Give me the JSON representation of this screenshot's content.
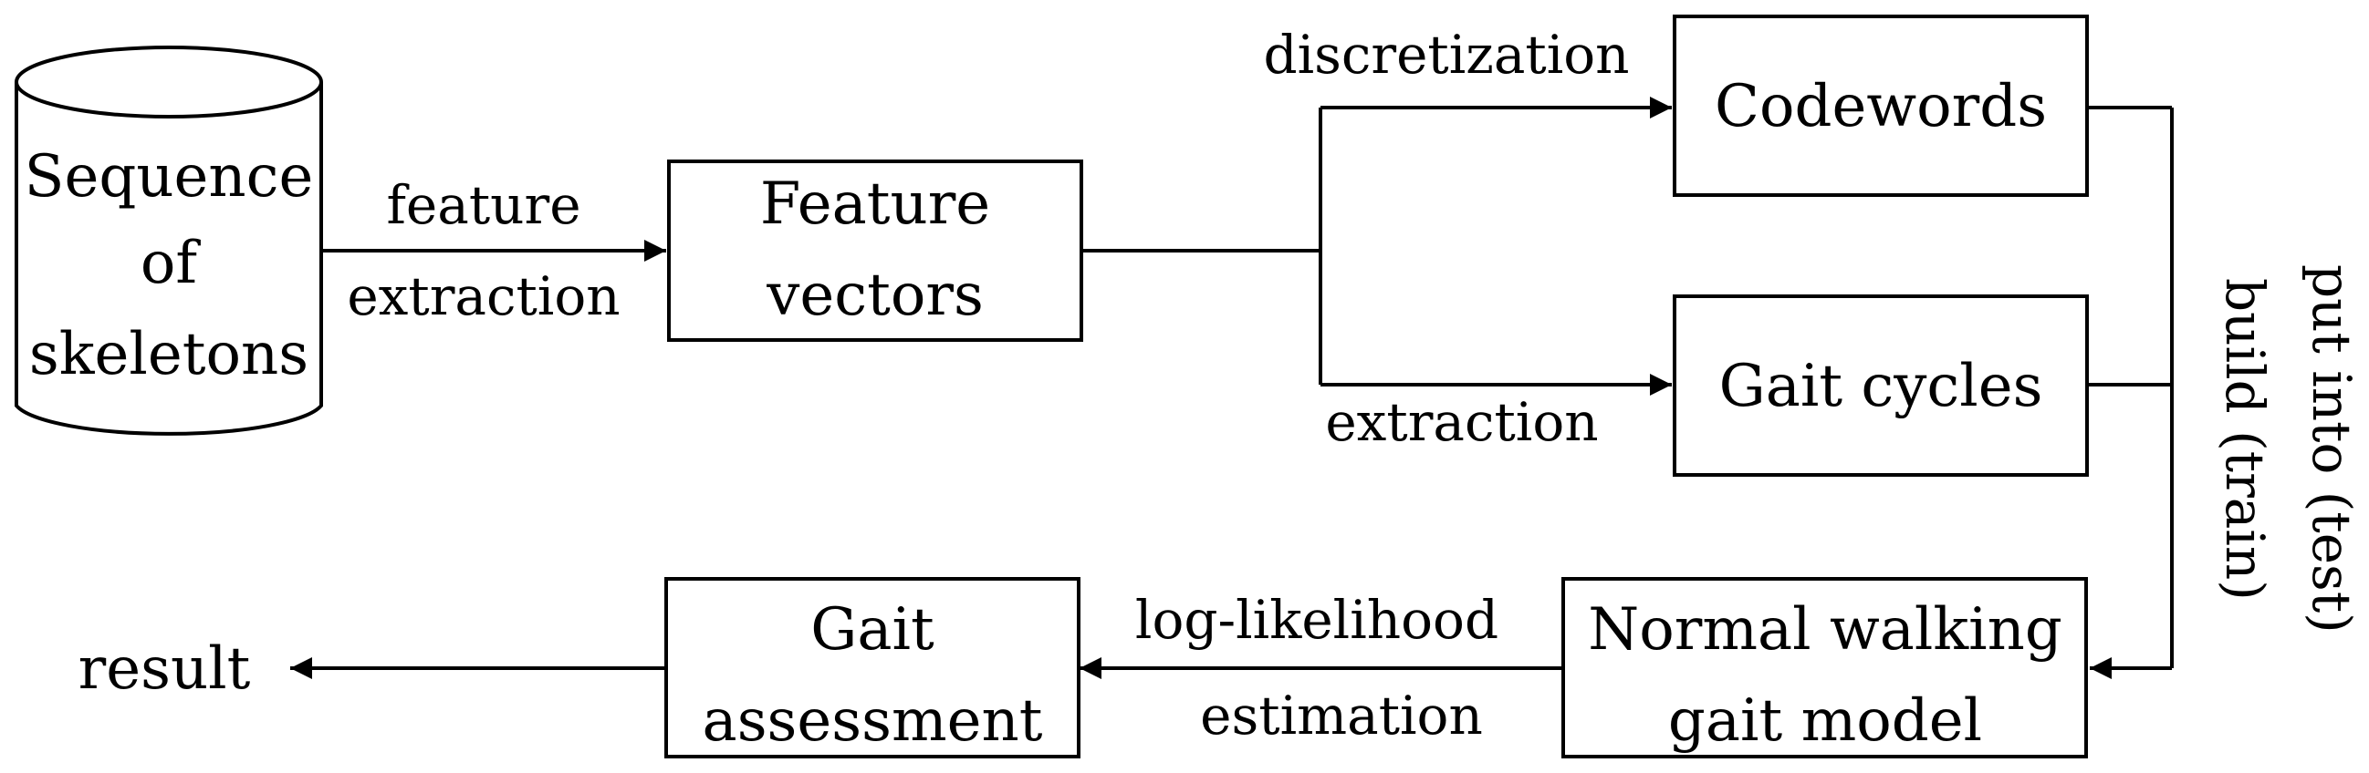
{
  "nodes": {
    "database": {
      "line1": "Sequence",
      "line2": "of",
      "line3": "skeletons"
    },
    "feature_vectors": {
      "line1": "Feature",
      "line2": "vectors"
    },
    "codewords": {
      "text": "Codewords"
    },
    "gait_cycles": {
      "text": "Gait cycles"
    },
    "gait_model": {
      "line1": "Normal walking",
      "line2": "gait model"
    },
    "gait_assessment": {
      "line1": "Gait",
      "line2": "assessment"
    },
    "result": {
      "text": "result"
    }
  },
  "edges": {
    "feature_extraction": {
      "line1": "feature",
      "line2": "extraction"
    },
    "discretization": {
      "text": "discretization"
    },
    "extraction": {
      "text": "extraction"
    },
    "loglikelihood": {
      "line1": "log-likelihood",
      "line2": "estimation"
    },
    "vertical": {
      "line1": "put into (test)",
      "line2": "build (train)"
    }
  },
  "colors": {
    "stroke": "#000000",
    "background": "#ffffff"
  }
}
